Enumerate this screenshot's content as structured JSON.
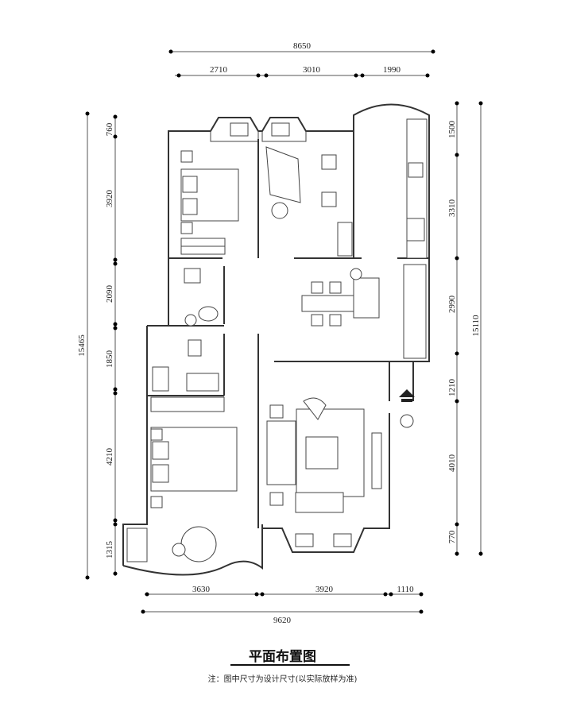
{
  "title": "平面布置图",
  "note": "注：图中尺寸为设计尺寸(以实际放样为准)",
  "dimensions": {
    "top_total": "8650",
    "top_segments": [
      "2710",
      "3010",
      "1990"
    ],
    "left_total": "15465",
    "left_segments": [
      "760",
      "3920",
      "2090",
      "1850",
      "4210",
      "1315"
    ],
    "right_total": "15110",
    "right_segments": [
      "1500",
      "3310",
      "2990",
      "1210",
      "4010",
      "770"
    ],
    "bottom_total": "9620",
    "bottom_segments": [
      "3630",
      "3920",
      "1110"
    ]
  }
}
